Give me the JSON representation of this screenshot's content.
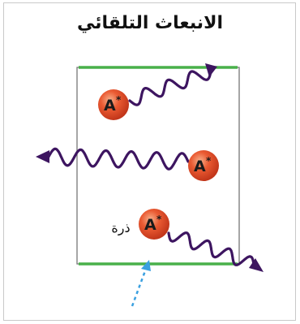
{
  "title": "الانبعاث التلقائي",
  "atom_symbol": "A",
  "excited_marker": "*",
  "atom_label": "ذرة",
  "colors": {
    "cavity_outline": "#777777",
    "mirror": "#49b04a",
    "wave": "#3d1560",
    "atom_fill": "#e34b25",
    "atom_highlight": "#f7a27a",
    "pump_arrow": "#3aa0e0"
  },
  "icons": {
    "photon": "wavy-arrow-icon",
    "atom": "excited-atom-icon",
    "pump": "dashed-arrow-icon"
  }
}
